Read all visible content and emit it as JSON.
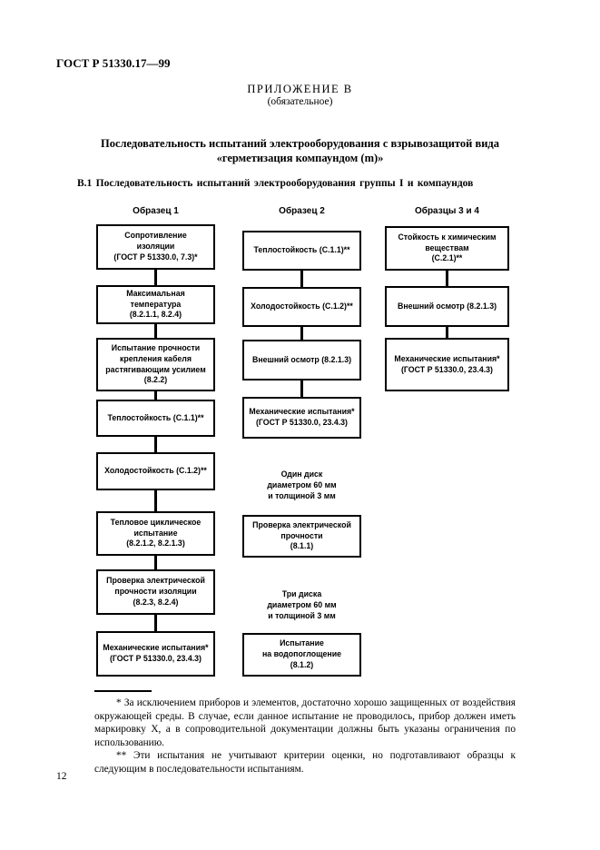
{
  "page_number": "12",
  "header": {
    "gost_number": "ГОСТ Р 51330.17—99",
    "appendix_label": "ПРИЛОЖЕНИЕ В",
    "appendix_note": "(обязательное)",
    "title_line1": "Последовательность испытаний электрооборудования с взрывозащитой вида",
    "title_line2": "«герметизация компаундом (m)»",
    "section_heading": "В.1 Последовательность испытаний электрооборудования группы I и компаундов"
  },
  "flowchart": {
    "columns": [
      {
        "header": "Образец 1",
        "items": [
          {
            "type": "box",
            "text": "Сопротивление\nизоляции\n(ГОСТ Р 51330.0, 7.3)*"
          },
          {
            "type": "box",
            "text": "Максимальная\nтемпература\n(8.2.1.1, 8.2.4)"
          },
          {
            "type": "box",
            "text": "Испытание прочности\nкрепления кабеля\nрастягивающим усилием\n(8.2.2)"
          },
          {
            "type": "box",
            "text": "Теплостойкость (С.1.1)**"
          },
          {
            "type": "box",
            "text": "Холодостойкость (С.1.2)**"
          },
          {
            "type": "box",
            "text": "Тепловое циклическое\nиспытание\n(8.2.1.2, 8.2.1.3)"
          },
          {
            "type": "box",
            "text": "Проверка электрической\nпрочности изоляции\n(8.2.3, 8.2.4)"
          },
          {
            "type": "box",
            "text": "Механические испытания*\n(ГОСТ Р 51330.0, 23.4.3)"
          }
        ]
      },
      {
        "header": "Образец 2",
        "items": [
          {
            "type": "box",
            "text": "Теплостойкость (С.1.1)**"
          },
          {
            "type": "box",
            "text": "Холодостойкость (С.1.2)**"
          },
          {
            "type": "box",
            "text": "Внешний осмотр (8.2.1.3)"
          },
          {
            "type": "box",
            "text": "Механические испытания*\n(ГОСТ Р 51330.0, 23.4.3)"
          },
          {
            "type": "label",
            "text": "Один диск\nдиаметром 60 мм\nи толщиной 3 мм"
          },
          {
            "type": "box",
            "text": "Проверка электрической\nпрочности\n(8.1.1)"
          },
          {
            "type": "label",
            "text": "Три диска\nдиаметром 60 мм\nи толщиной 3 мм"
          },
          {
            "type": "box",
            "text": "Испытание\nна водопоглощение\n(8.1.2)"
          }
        ]
      },
      {
        "header": "Образцы 3 и 4",
        "items": [
          {
            "type": "box",
            "text": "Стойкость к химическим\nвеществам\n(С.2.1)**"
          },
          {
            "type": "box",
            "text": "Внешний осмотр (8.2.1.3)"
          },
          {
            "type": "box",
            "text": "Механические испытания*\n(ГОСТ Р 51330.0, 23.4.3)"
          }
        ]
      }
    ]
  },
  "footnotes": {
    "first": "* За исключением приборов и элементов, достаточно хорошо защищенных от воздействия окружающей среды. В случае, если данное испытание не проводилось, прибор должен иметь маркировку Х, а в сопроводительной документации должны быть указаны ограничения по использованию.",
    "second": "** Эти испытания не учитывают критерии оценки, но подготавливают образцы к следующим в последовательности испытаниям."
  }
}
